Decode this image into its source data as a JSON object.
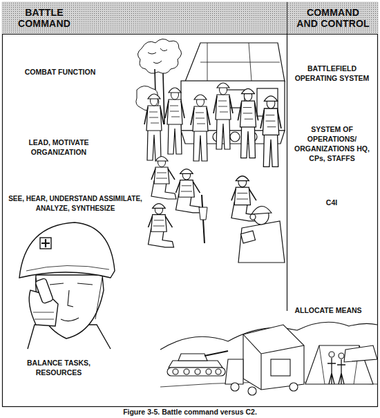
{
  "diagram": {
    "caption": "Figure 3-5. Battle command versus C2.",
    "nodes": [
      {
        "text": [
          "BATTLE COMMAND"
        ]
      },
      {
        "text": [
          "COMMAND AND CONTROL"
        ]
      }
    ],
    "labels": [
      "COMBAT FUNCTION",
      "BATTLEFIELD OPERATING SYSTEM",
      "LEAD, MOTIVATE ORGANIZATION",
      "SYSTEM OF OPERATIONS/ ORGANIZATIONS HQ, CPs, STAFFS",
      "SEE, HEAR, UNDERSTAND ASSIMILATE, ANALYZE, SYNTHESIZE",
      "C4I",
      "ALLOCATE MEANS",
      "BALANCE TASKS, RESOURCES"
    ]
  }
}
